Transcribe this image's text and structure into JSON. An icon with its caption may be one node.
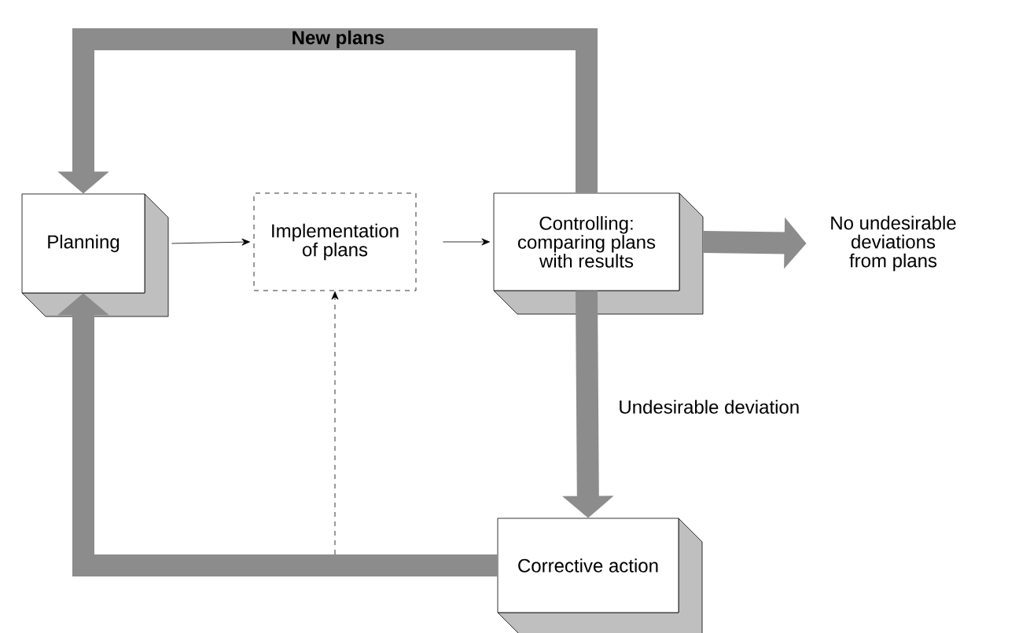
{
  "diagram": {
    "nodes": [
      {
        "text": [
          "Planning"
        ]
      },
      {
        "text": [
          "Implementation of plans"
        ]
      },
      {
        "text": [
          "Controlling: comparing plans with results"
        ]
      },
      {
        "text": [
          "No undesirable deviations from plans"
        ]
      },
      {
        "text": [
          "Corrective action"
        ]
      }
    ],
    "edges": [
      {
        "from": 0,
        "to": 1,
        "arrow": "to",
        "color": "#000000"
      },
      {
        "from": 1,
        "to": 2,
        "arrow": "to",
        "color": "#000000"
      },
      {
        "from": 2,
        "to": 0,
        "arrow": "to",
        "label": "New plans"
      },
      {
        "from": 2,
        "to": 3,
        "arrow": "to"
      },
      {
        "from": 2,
        "to": 4,
        "arrow": "to",
        "label": "Undesirable deviation"
      },
      {
        "from": 4,
        "to": 0,
        "arrow": "to"
      },
      {
        "from": null,
        "to": 1,
        "arrow": "to",
        "style": "dashed",
        "color": "#000000"
      }
    ]
  }
}
